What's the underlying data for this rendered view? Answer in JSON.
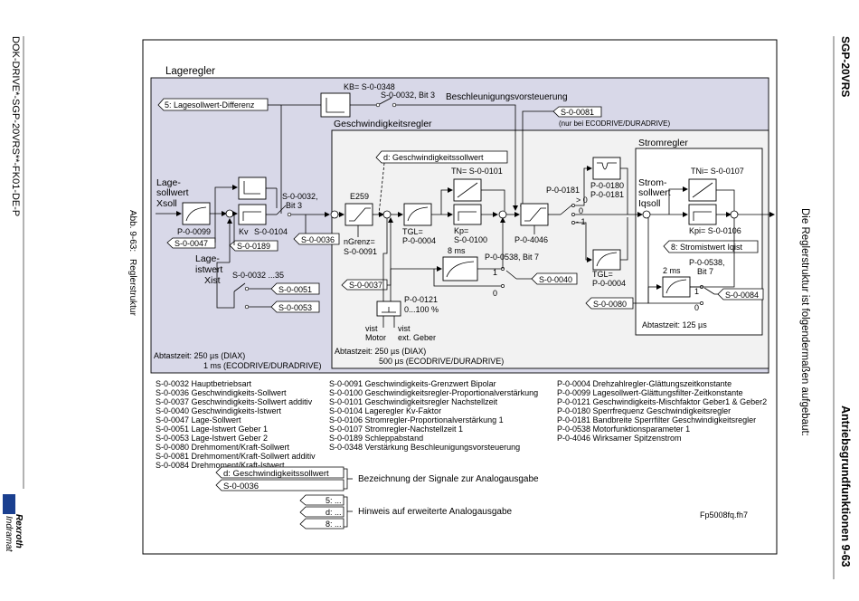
{
  "side": {
    "left_header": "DOK-DRIVE*-SGP-20VRS**-FK01-DE-P",
    "right_header": "SGP-20VRS",
    "right_chapter": "Antriebsgrundfunktionen 9-63",
    "caption_label": "Abb. 9-63:",
    "caption_text": "Reglerstruktur",
    "intro_text": "Die Reglerstruktur ist folgendermaßen aufgebaut:",
    "logo_top": "Rexroth",
    "logo_bottom": "Indramat"
  },
  "diagram": {
    "sections": {
      "position": "Lageregler",
      "velocity": "Geschwindigkeitsregler",
      "current": "Stromregler"
    },
    "labels": {
      "kb": "KB= S-0-0348",
      "accel_bit": "S-0-0032, Bit 3",
      "accel_title": "Beschleunigungsvorsteuerung",
      "tag_0081": "S-0-0081",
      "note_0081": "(nur bei ECODRIVE/DURADRIVE)",
      "tag_lage_diff": "5: Lagesollwert-Differenz",
      "tag_gesch_soll": "d: Geschwindigkeitssollwert",
      "lage_soll_1": "Lage-",
      "lage_soll_2": "sollwert",
      "xsoll": "Xsoll",
      "p0099": "P-0-0099",
      "tag_0047": "S-0-0047",
      "kv": "Kv",
      "s0104": "S-0-0104",
      "tag_0189": "S-0-0189",
      "bit3_a": "S-0-0032,",
      "bit3_b": "Bit 3",
      "tag_0036": "S-0-0036",
      "lage_ist_1": "Lage-",
      "lage_ist_2": "istwert",
      "xist": "Xist",
      "s0032_35": "S-0-0032 ...35",
      "tag_0051": "S-0-0051",
      "tag_0053": "S-0-0053",
      "e259": "E259",
      "ngrenz": "nGrenz=",
      "s0091": "S-0-0091",
      "tag_0037": "S-0-0037",
      "tgl_v": "TGL=",
      "p0004_v": "P-0-0004",
      "tn_v": "TN= S-0-0101",
      "kp_v": "Kp=",
      "s0100": "S-0-0100",
      "p0181": "P-0-0181",
      "p0180": "P-0-0180",
      "p0181b": "P-0-0181",
      "gt0": "> 0",
      "zero": "0",
      "minus1": "- 1",
      "p4046": "P-0-4046",
      "ms8": "8 ms",
      "p0538_7": "P-0-0538, Bit 7",
      "one": "1",
      "tag_0040": "S-0-0040",
      "p0121": "P-0-0121",
      "p0121_range": "0...100 %",
      "vist_motor_1": "vist",
      "vist_motor_2": "Motor",
      "vist_ext_1": "vist",
      "vist_ext_2": "ext. Geber",
      "tgl_c": "TGL=",
      "p0004_c": "P-0-0004",
      "tag_0080": "S-0-0080",
      "strom_1": "Strom-",
      "strom_2": "sollwert",
      "iqsoll": "Iqsoll",
      "tni": "TNi= S-0-0107",
      "kpi": "Kpi= S-0-0106",
      "tag_stromist": "8: Stromistwert Iqist",
      "ms2": "2 ms",
      "p0538_c": "P-0-0538,",
      "bit7_c": "Bit 7",
      "tag_0084": "S-0-0084",
      "abtast_c": "Abtastzeit: 125 µs",
      "abtast_v1": "Abtastzeit:  250 µs (DIAX)",
      "abtast_v2": "500 µs (ECODRIVE/DURADRIVE)",
      "abtast_p1": "Abtastzeit: 250 µs (DIAX)",
      "abtast_p2": "1 ms (ECODRIVE/DURADRIVE)"
    }
  },
  "legend": {
    "col1": [
      "S-0-0032  Hauptbetriebsart",
      "S-0-0036  Geschwindigkeits-Sollwert",
      "S-0-0037  Geschwindigkeits-Sollwert additiv",
      "S-0-0040  Geschwindigkeits-Istwert",
      "S-0-0047  Lage-Sollwert",
      "S-0-0051  Lage-Istwert Geber 1",
      "S-0-0053  Lage-Istwert Geber 2",
      "S-0-0080  Drehmoment/Kraft-Sollwert",
      "S-0-0081  Drehmoment/Kraft-Sollwert additiv",
      "S-0-0084  Drehmoment/Kraft-Istwert"
    ],
    "col2": [
      "S-0-0091  Geschwindigkeits-Grenzwert Bipolar",
      "S-0-0100  Geschwindigkeitsregler-Proportionalverstärkung",
      "S-0-0101  Geschwindigkeitsregler Nachstellzeit",
      "S-0-0104  Lageregler Kv-Faktor",
      "S-0-0106  Stromregler-Proportionalverstärkung 1",
      "S-0-0107  Stromregler-Nachstellzeit 1",
      "S-0-0189  Schleppabstand",
      "S-0-0348  Verstärkung Beschleunigungsvorsteuerung"
    ],
    "col3": [
      "P-0-0004  Drehzahlregler-Glättungszeitkonstante",
      "P-0-0099  Lagesollwert-Glättungsfilter-Zeitkonstante",
      "P-0-0121  Geschwindigkeits-Mischfaktor Geber1 & Geber2",
      "P-0-0180  Sperrfrequenz Geschwindigkeitsregler",
      "P-0-0181  Bandbreite Sperrfilter Geschwindigkeitsregler",
      "P-0-0538  Motorfunktionsparameter 1",
      "P-0-4046  Wirksamer Spitzenstrom"
    ],
    "sample_tag_1": "d: Geschwindigkeitssollwert",
    "sample_tag_2": "S-0-0036",
    "sample_text_1": "Bezeichnung der Signale zur Analogausgabe",
    "ext_tags": [
      "5: ...",
      "d: ...",
      "8: ..."
    ],
    "ext_text": "Hinweis auf erweiterte Analogausgabe",
    "file_ref": "Fp5008fq.fh7"
  }
}
